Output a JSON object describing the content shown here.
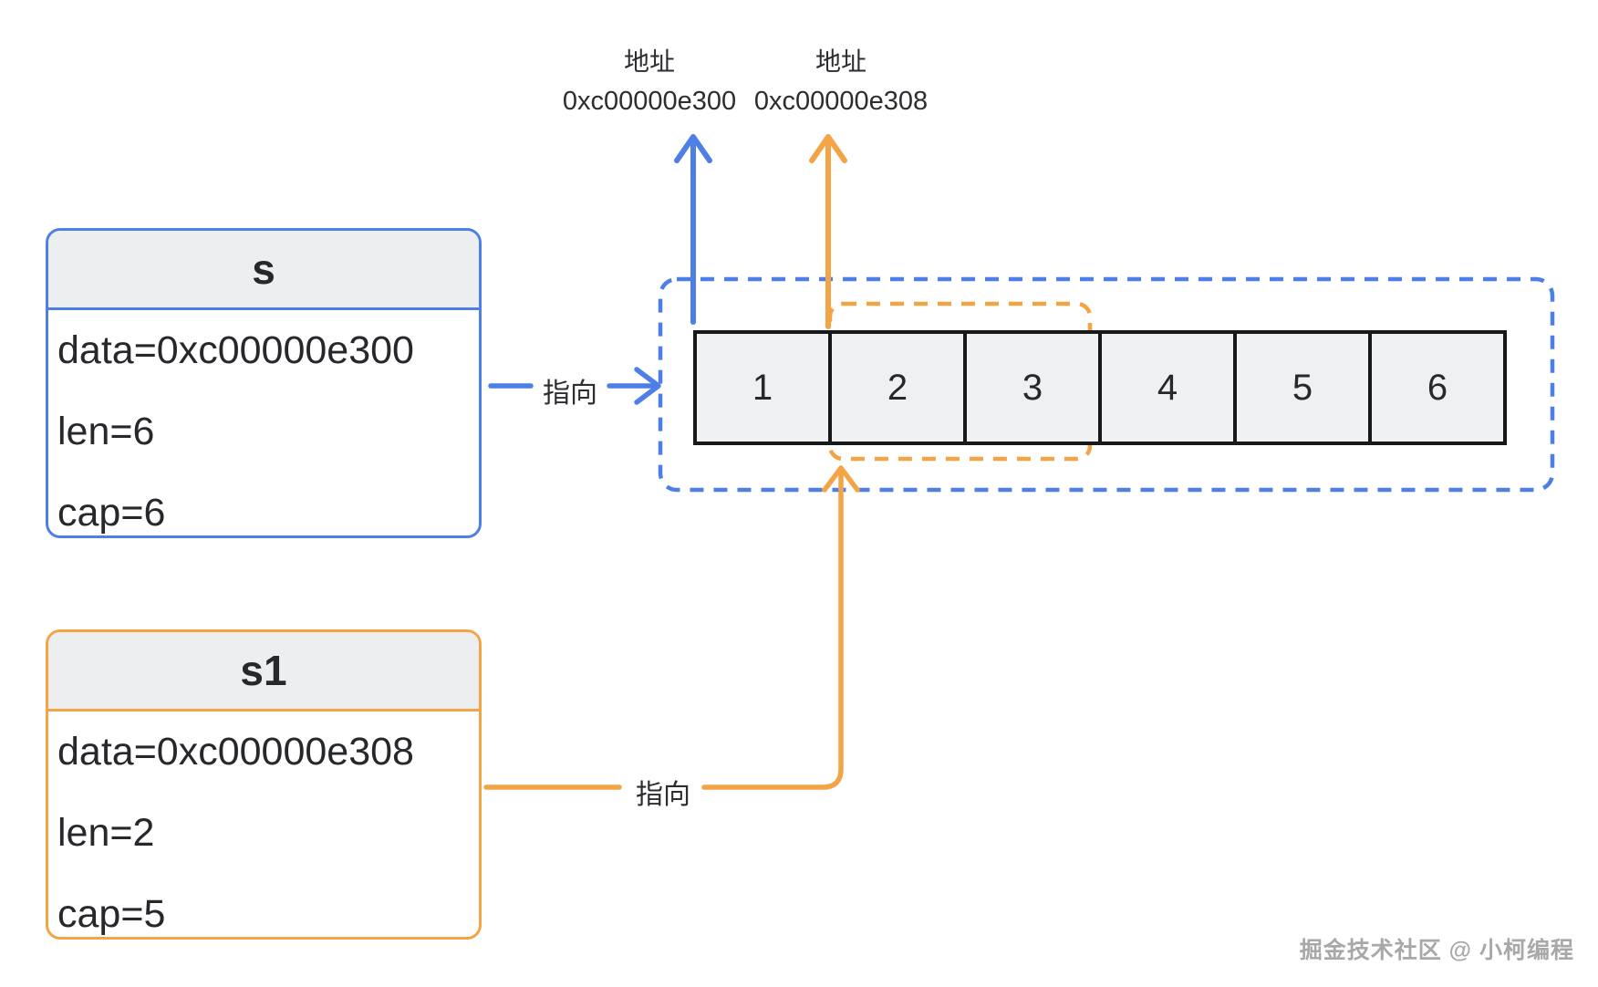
{
  "diagram": {
    "s_box": {
      "title": "s",
      "rows": [
        "data=0xc00000e300",
        "len=6",
        "cap=6"
      ]
    },
    "s1_box": {
      "title": "s1",
      "rows": [
        "data=0xc00000e308",
        "len=2",
        "cap=5"
      ]
    },
    "address_labels": [
      {
        "caption": "地址",
        "value": "0xc00000e300"
      },
      {
        "caption": "地址",
        "value": "0xc00000e308"
      }
    ],
    "pointer_label_s": "指向",
    "pointer_label_s1": "指向",
    "array_cells": [
      "1",
      "2",
      "3",
      "4",
      "5",
      "6"
    ],
    "watermark": "掘金技术社区 @ 小柯编程",
    "colors": {
      "blue": "#4e7fe6",
      "orange": "#f3a545",
      "cell_background": "#eef0f2",
      "box_header_background": "#eceef0",
      "cell_border": "#17181a",
      "text_dark": "#26282c",
      "watermark_gray": "#a8a8a8"
    }
  }
}
